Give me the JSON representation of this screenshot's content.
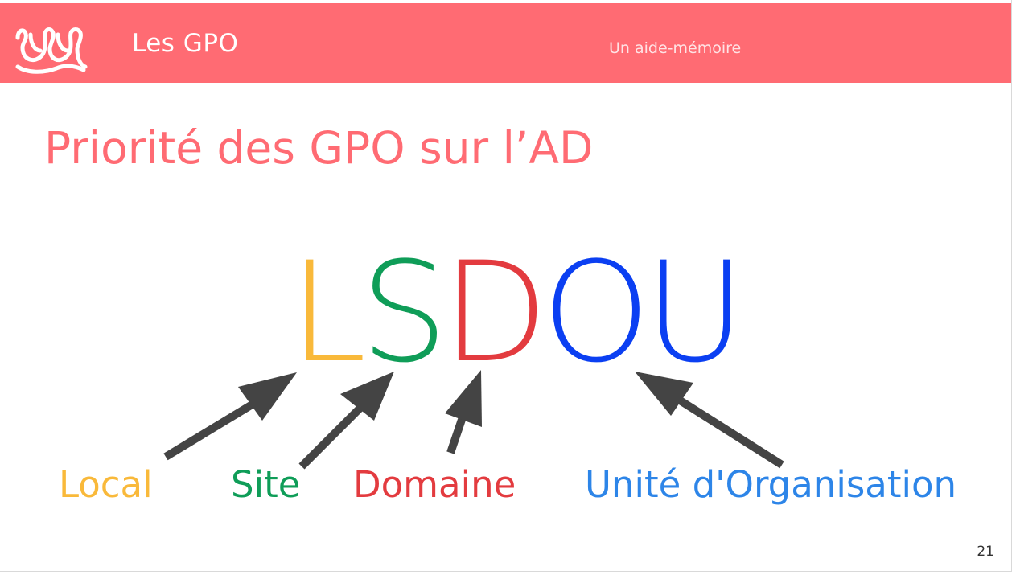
{
  "header": {
    "title": "Les GPO",
    "subtitle": "Un aide-mémoire",
    "background_color": "#ff6b73"
  },
  "slide": {
    "title": "Priorité des GPO sur l’AD",
    "title_color": "#ff6b73",
    "page_number": "21"
  },
  "acronym": {
    "letters": [
      {
        "char": "L",
        "color": "#f9b93a"
      },
      {
        "char": "S",
        "color": "#0f9d58"
      },
      {
        "char": "D",
        "color": "#e33b3f"
      },
      {
        "char": "O",
        "color": "#0b3ff2"
      },
      {
        "char": "U",
        "color": "#0b3ff2"
      }
    ]
  },
  "labels": [
    {
      "text": "Local",
      "color": "#f9b93a"
    },
    {
      "text": "Site",
      "color": "#0f9d58"
    },
    {
      "text": "Domaine",
      "color": "#e33b3f"
    },
    {
      "text": "Unité d'Organisation",
      "color": "#2d85e8"
    }
  ],
  "arrow_color": "#444444",
  "icons": {
    "logo": "wavy-logo-icon"
  }
}
